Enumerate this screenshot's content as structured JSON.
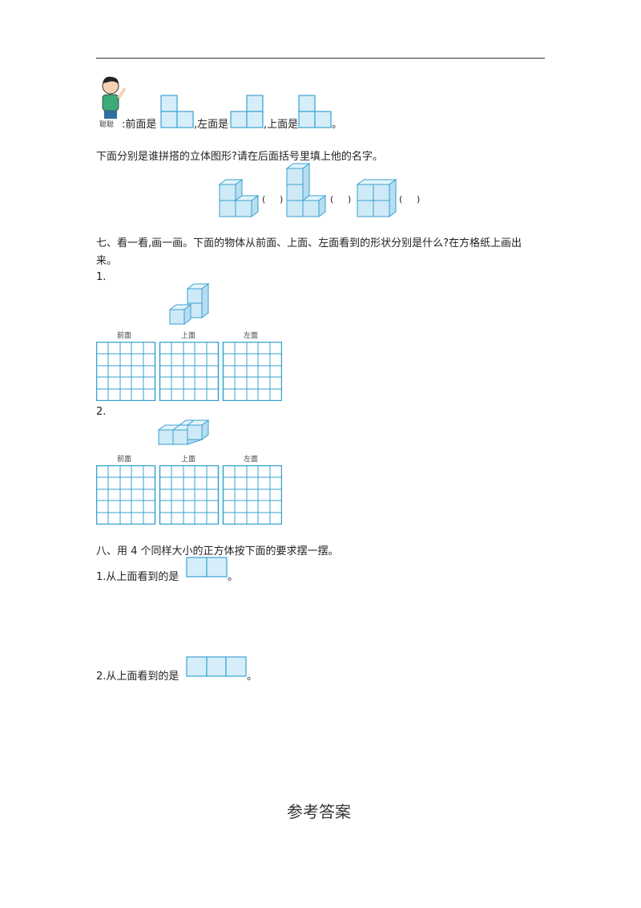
{
  "intro": {
    "speaker": "聪聪",
    "sep1": ":前面是",
    "sep2": ",左面是",
    "sep3": ",上面是",
    "end": "。"
  },
  "question_find": "下面分别是谁拼搭的立体图形?请在后面括号里填上他的名字。",
  "paren_open": "(",
  "paren_close": ")",
  "section7": {
    "title_line1": "七、看一看,画一画。下面的物体从前面、上面、左面看到的形状分别是什么?在方格纸上画出",
    "title_line2": "来。",
    "item1": "1.",
    "item2": "2.",
    "views": [
      "前面",
      "上面",
      "左面"
    ]
  },
  "section8": {
    "title": "八、用 4 个同样大小的正方体按下面的要求摆一摆。",
    "q1": "1.从上面看到的是",
    "q2": "2.从上面看到的是",
    "end": "。"
  },
  "answer_title": "参考答案",
  "colors": {
    "line": "#39a2d2",
    "fill": "#d6eef9"
  }
}
